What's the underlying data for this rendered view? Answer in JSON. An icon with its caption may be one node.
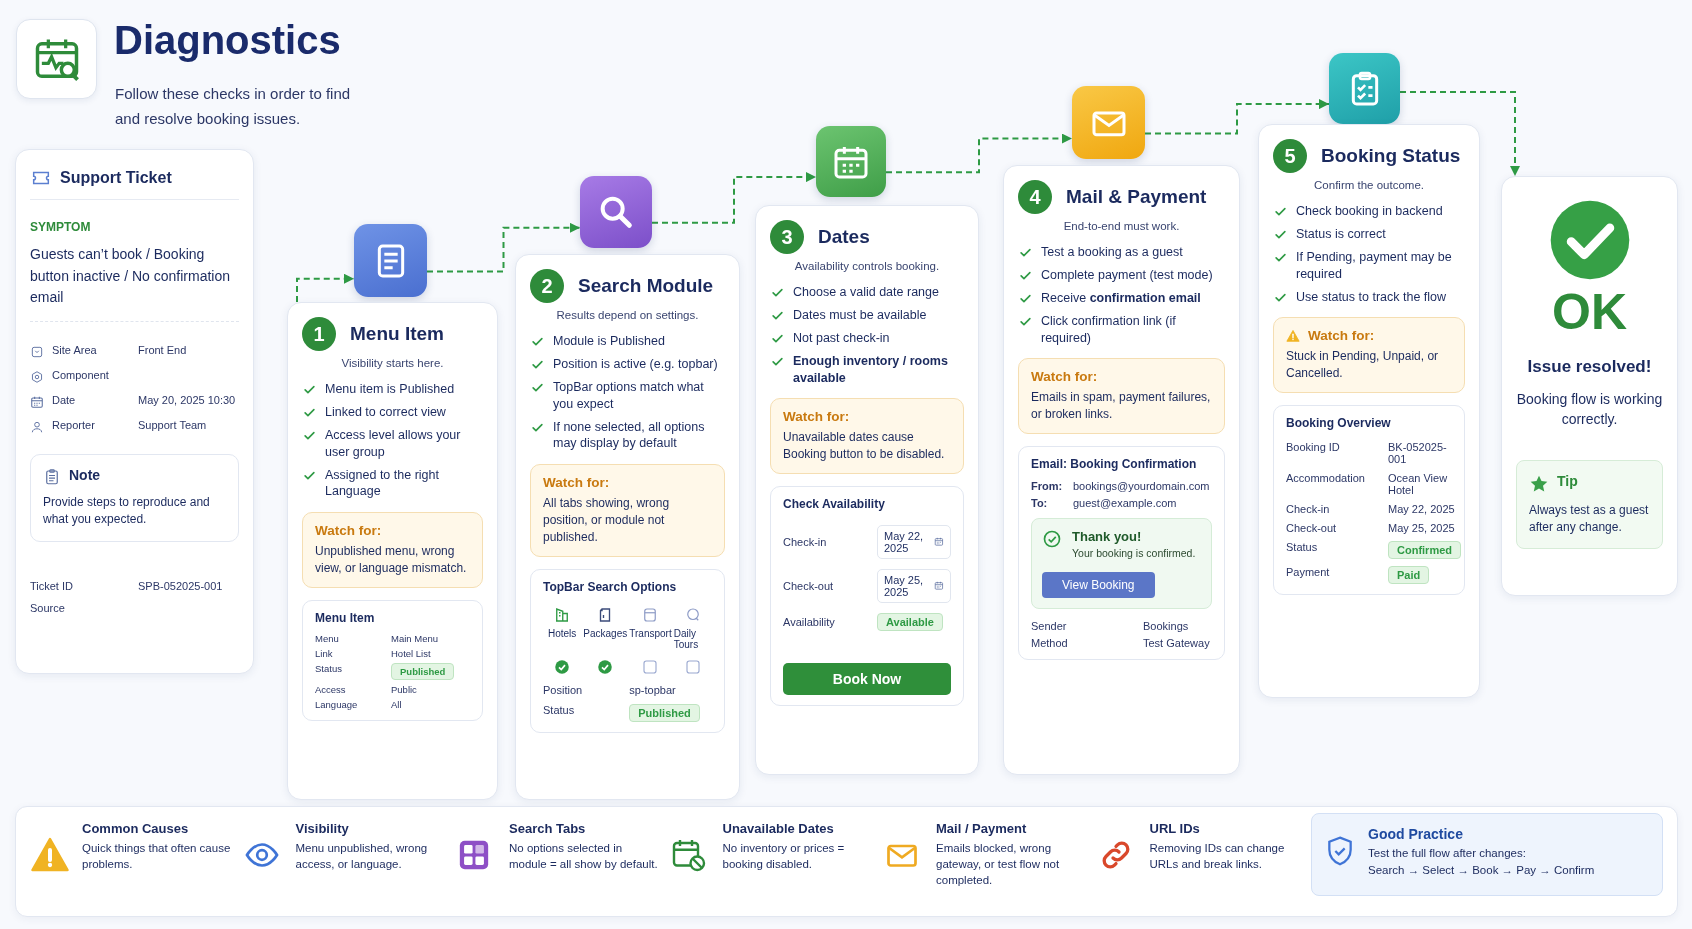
{
  "diagram": {
    "title": "Diagnostics",
    "nodes": [
      {
        "text": [
          "Support Ticket",
          "SYMPTOM",
          "Guests can’t book / Booking button inactive / No confirmation email",
          "Site Area",
          "Front End",
          "Component",
          "Date",
          "May 20, 2025 10:30",
          "Reporter",
          "Support Team",
          "Ticket ID",
          "SPB-052025-001",
          "Source"
        ]
      },
      {
        "text": [
          "Note",
          "Provide steps to reproduce and what you expected."
        ],
        "in": 0
      },
      {
        "text": [],
        "shape": "picture"
      },
      {
        "text": [
          "1",
          "Menu Item",
          "Visibility starts here.",
          "Menu item is Published",
          "Linked to correct view",
          "Access level allows your user group",
          "Assigned to the right Language"
        ]
      },
      {
        "text": [
          "Watch for:",
          "Unpublished menu, wrong view, or language mismatch."
        ],
        "in": 3
      },
      {
        "text": [
          "Menu Item",
          "Menu",
          "Main Menu",
          "Link",
          "Hotel List",
          "Status",
          "Published",
          "Access",
          "Public",
          "Language",
          "All"
        ],
        "in": 3
      },
      {
        "text": [],
        "shape": "picture"
      },
      {
        "text": [
          "2",
          "Search Module",
          "Results depend on settings.",
          "Module is Published",
          "Position is active (e.g. topbar)",
          "TopBar options match what you expect",
          "If none selected, all options may display by default"
        ]
      },
      {
        "text": [
          "Watch for:",
          "All tabs showing, wrong position, or module not published."
        ],
        "in": 7
      },
      {
        "text": [
          "TopBar Search Options",
          "Hotels",
          "Packages",
          "Transport",
          "Daily Tours",
          "Position",
          "sp-topbar",
          "Status",
          "Published"
        ],
        "in": 7
      },
      {
        "text": [],
        "shape": "picture"
      },
      {
        "text": [
          "3",
          "Dates",
          "Availability controls booking.",
          "Choose a valid date range",
          "Dates must be available",
          "Not past check-in",
          "Enough inventory / rooms available"
        ]
      },
      {
        "text": [
          "Watch for:",
          "Unavailable dates cause Booking button to be disabled."
        ],
        "in": 11
      },
      {
        "text": [
          "Check Availability",
          "Check-in",
          "May 22, 2025",
          "Check-out",
          "May 25, 2025",
          "Availability",
          "Available",
          "Book Now"
        ],
        "in": 11
      },
      {
        "text": [],
        "shape": "picture"
      },
      {
        "text": [
          "4",
          "Mail & Payment",
          "End-to-end must work.",
          "Test a booking as a guest",
          "Complete payment (test mode)",
          "Receive **confirmation email**",
          "Click confirmation link (if required)"
        ]
      },
      {
        "text": [
          "Watch for:",
          "Emails in spam, payment failures, or broken links."
        ],
        "in": 15
      },
      {
        "text": [
          "Email: Booking Confirmation",
          "From:",
          "bookings@yourdomain.com",
          "To:",
          "guest@example.com",
          "Sender",
          "Bookings",
          "Method",
          "Test Gateway"
        ],
        "in": 15
      },
      {
        "text": [
          "Thank you!",
          "Your booking is confirmed.",
          "View Booking"
        ],
        "in": 17
      },
      {
        "text": [],
        "shape": "picture"
      },
      {
        "text": [
          "5",
          "Booking Status",
          "Confirm the outcome.",
          "Check booking in backend",
          "Status is correct",
          "If Pending, payment may be required",
          "Use status to track the flow"
        ]
      },
      {
        "text": [
          "Watch for:",
          "Stuck in Pending, Unpaid, or Cancelled."
        ],
        "in": 20
      },
      {
        "text": [
          "Booking Overview",
          "Booking ID",
          "BK-052025-001",
          "Accommodation",
          "Ocean View Hotel",
          "Check-in",
          "May 22, 2025",
          "Check-out",
          "May 25, 2025",
          "Status",
          "Confirmed",
          "Payment",
          "Paid"
        ],
        "in": 20
      },
      {
        "text": [
          "OK",
          "Issue resolved!",
          "Booking flow is working correctly."
        ]
      },
      {
        "text": [
          "Tip",
          "Always test as a guest after any change."
        ],
        "in": 23
      },
      {
        "text": [
          "Common Causes",
          "Quick things that often cause problems.",
          "Visibility",
          "Menu unpublished, wrong access, or language.",
          "Search Tabs",
          "No options selected in module = all show by default.",
          "Unavailable Dates",
          "No inventory or prices = booking disabled.",
          "Mail / Payment",
          "Emails blocked, wrong gateway, or test flow not completed.",
          "URL IDs",
          "Removing IDs can change URLs and break links."
        ]
      },
      {
        "text": [
          "Good Practice",
          "Test the full flow after changes:",
          "Search → Select → Book → Pay → Confirm"
        ],
        "in": 25
      }
    ],
    "edges": [
      {
        "from": 3,
        "to": 2,
        "arrow": "to",
        "style": "dashed"
      },
      {
        "from": 2,
        "to": 6,
        "arrow": "to",
        "style": "dashed"
      },
      {
        "from": 6,
        "to": 10,
        "arrow": "to",
        "style": "dashed"
      },
      {
        "from": 10,
        "to": 14,
        "arrow": "to",
        "style": "dashed"
      },
      {
        "from": 14,
        "to": 19,
        "arrow": "to",
        "style": "dashed"
      },
      {
        "from": 19,
        "to": 23,
        "arrow": "to",
        "style": "dashed"
      }
    ],
    "labels": [
      "Follow these checks in order to find and resolve booking issues."
    ]
  }
}
